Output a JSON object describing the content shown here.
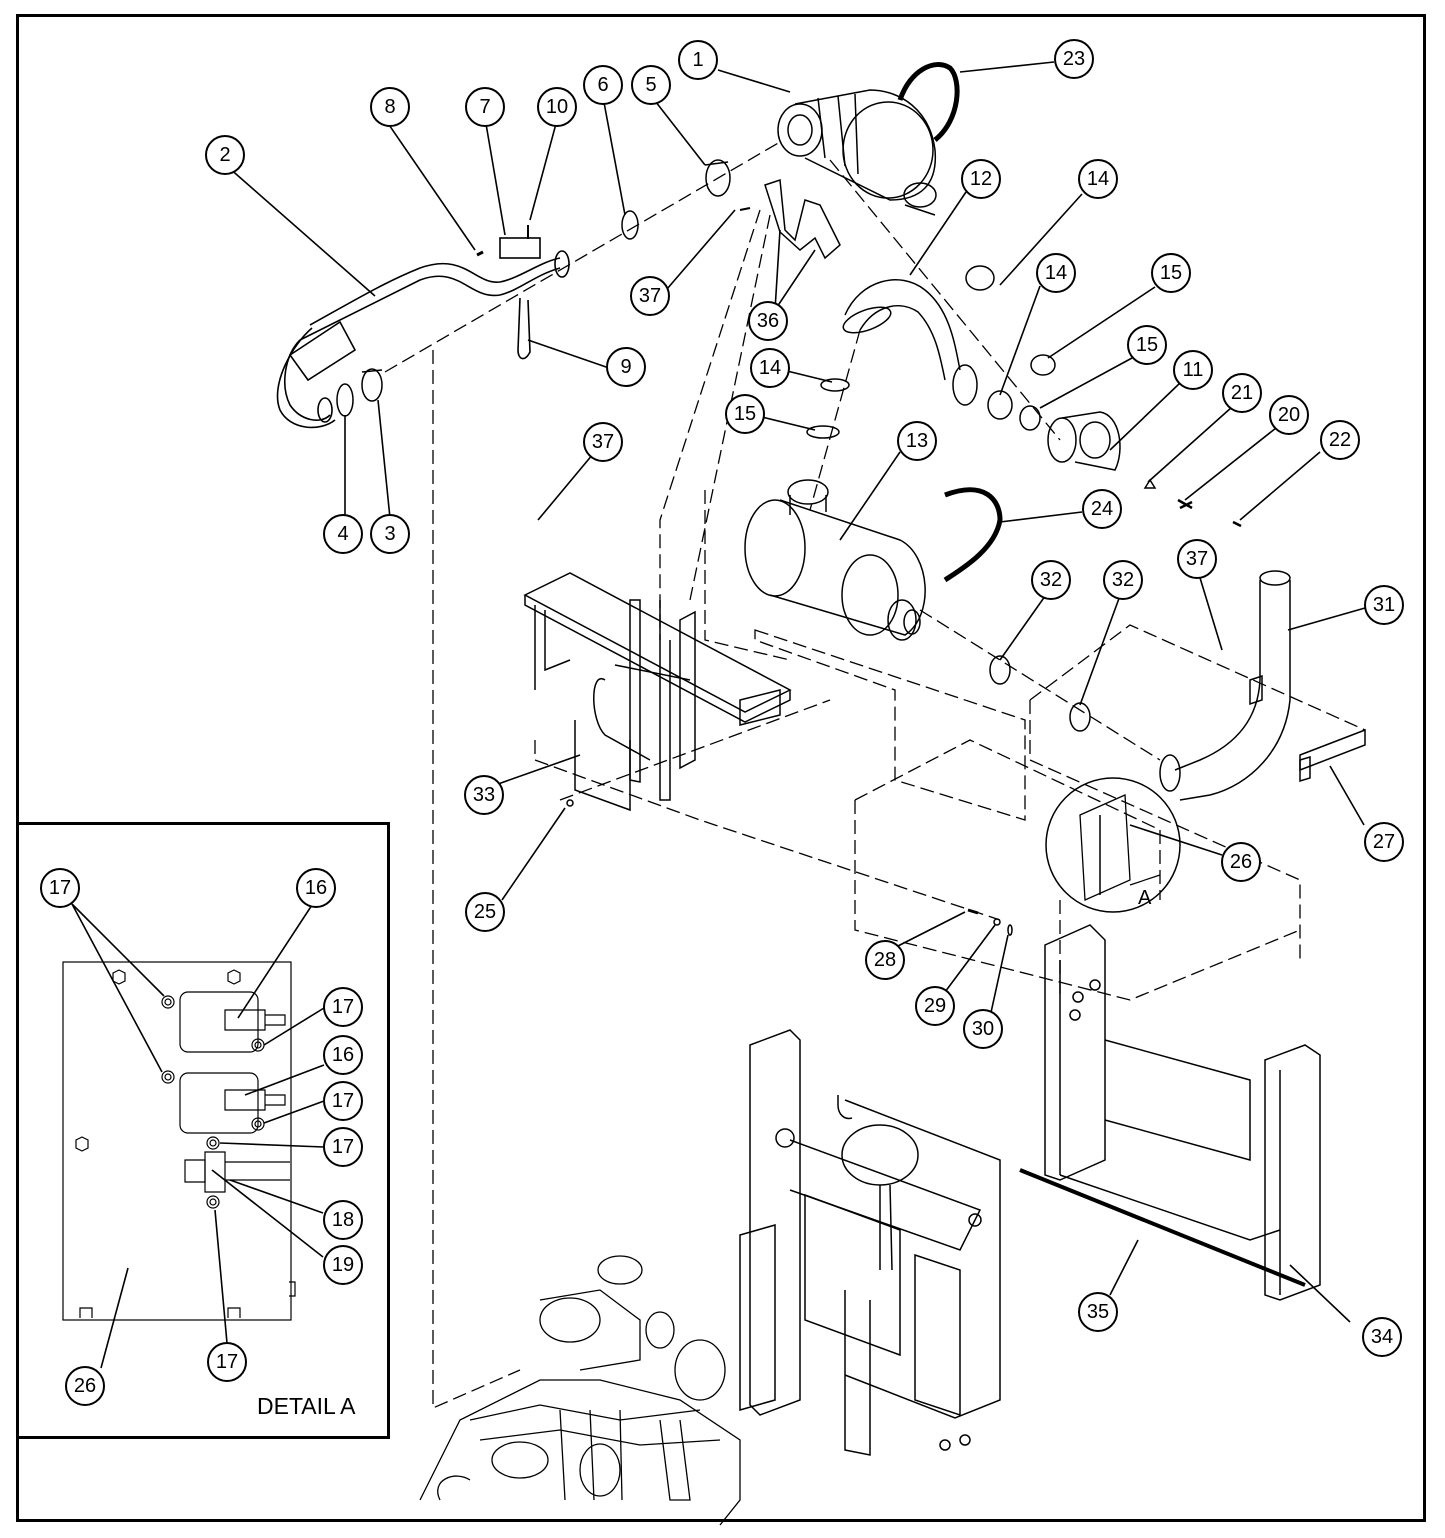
{
  "diagram": {
    "detail_caption": "DETAIL A",
    "view_letter": "A",
    "balloons": [
      {
        "id": "b1",
        "label": "1"
      },
      {
        "id": "b2",
        "label": "2"
      },
      {
        "id": "b3",
        "label": "3"
      },
      {
        "id": "b4",
        "label": "4"
      },
      {
        "id": "b5",
        "label": "5"
      },
      {
        "id": "b6",
        "label": "6"
      },
      {
        "id": "b7",
        "label": "7"
      },
      {
        "id": "b8",
        "label": "8"
      },
      {
        "id": "b9",
        "label": "9"
      },
      {
        "id": "b10",
        "label": "10"
      },
      {
        "id": "b11",
        "label": "11"
      },
      {
        "id": "b12",
        "label": "12"
      },
      {
        "id": "b13",
        "label": "13"
      },
      {
        "id": "b14a",
        "label": "14"
      },
      {
        "id": "b14b",
        "label": "14"
      },
      {
        "id": "b14c",
        "label": "14"
      },
      {
        "id": "b15a",
        "label": "15"
      },
      {
        "id": "b15b",
        "label": "15"
      },
      {
        "id": "b15c",
        "label": "15"
      },
      {
        "id": "b20",
        "label": "20"
      },
      {
        "id": "b21",
        "label": "21"
      },
      {
        "id": "b22",
        "label": "22"
      },
      {
        "id": "b23",
        "label": "23"
      },
      {
        "id": "b24",
        "label": "24"
      },
      {
        "id": "b25",
        "label": "25"
      },
      {
        "id": "b26a",
        "label": "26"
      },
      {
        "id": "b27",
        "label": "27"
      },
      {
        "id": "b28",
        "label": "28"
      },
      {
        "id": "b29",
        "label": "29"
      },
      {
        "id": "b30",
        "label": "30"
      },
      {
        "id": "b31",
        "label": "31"
      },
      {
        "id": "b32a",
        "label": "32"
      },
      {
        "id": "b32b",
        "label": "32"
      },
      {
        "id": "b33",
        "label": "33"
      },
      {
        "id": "b34",
        "label": "34"
      },
      {
        "id": "b35",
        "label": "35"
      },
      {
        "id": "b36",
        "label": "36"
      },
      {
        "id": "b37a",
        "label": "37"
      },
      {
        "id": "b37b",
        "label": "37"
      },
      {
        "id": "b37c",
        "label": "37"
      },
      {
        "id": "d16a",
        "label": "16"
      },
      {
        "id": "d16b",
        "label": "16"
      },
      {
        "id": "d17a",
        "label": "17"
      },
      {
        "id": "d17b",
        "label": "17"
      },
      {
        "id": "d17c",
        "label": "17"
      },
      {
        "id": "d17d",
        "label": "17"
      },
      {
        "id": "d17e",
        "label": "17"
      },
      {
        "id": "d18",
        "label": "18"
      },
      {
        "id": "d19",
        "label": "19"
      },
      {
        "id": "d26b",
        "label": "26"
      }
    ]
  }
}
